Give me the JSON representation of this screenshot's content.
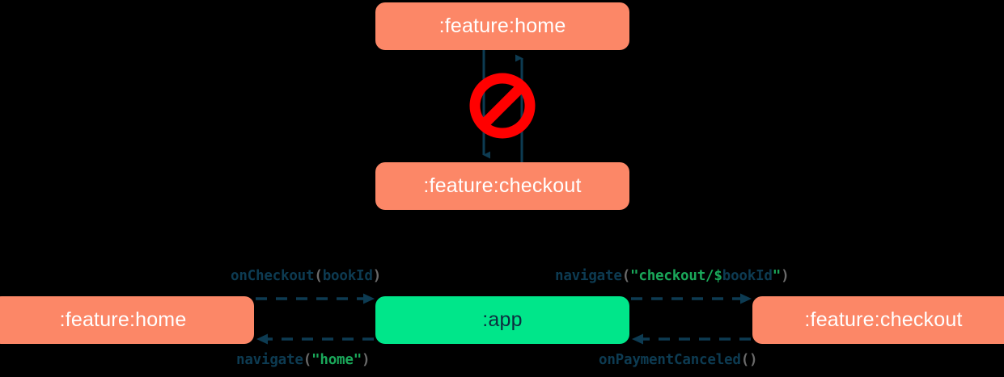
{
  "diagram": {
    "title": "module navigation diagram",
    "colors": {
      "background": "#000000",
      "feature_module": "#fc8767",
      "app_module": "#00e68a",
      "connector": "#0d3b52",
      "forbidden": "#ff0000",
      "string_literal": "#1aa85a",
      "punctuation": "#6a6a6a",
      "node_text_light": "#ffffff",
      "node_text_dark": "#0d2d3f"
    },
    "top_cluster": {
      "nodes": [
        {
          "id": "home-top",
          "label": ":feature:home",
          "kind": "feature"
        },
        {
          "id": "checkout-top",
          "label": ":feature:checkout",
          "kind": "feature"
        }
      ],
      "edges": [
        {
          "from": "home-top",
          "to": "checkout-top",
          "direction": "down",
          "style": "solid"
        },
        {
          "from": "checkout-top",
          "to": "home-top",
          "direction": "up",
          "style": "solid"
        }
      ],
      "annotation": {
        "icon": "no-entry-icon",
        "meaning": "forbidden dependency"
      }
    },
    "bottom_row": {
      "nodes": [
        {
          "id": "home-bottom",
          "label": ":feature:home",
          "kind": "feature"
        },
        {
          "id": "app",
          "label": ":app",
          "kind": "app"
        },
        {
          "id": "checkout-bottom",
          "label": ":feature:checkout",
          "kind": "feature"
        }
      ],
      "edges": [
        {
          "id": "oncheckout",
          "from": "home-bottom",
          "to": "app",
          "direction": "right",
          "style": "dashed",
          "label_tokens": [
            {
              "text": "onCheckout",
              "token": "fn"
            },
            {
              "text": "(",
              "token": "punct"
            },
            {
              "text": "bookId",
              "token": "var"
            },
            {
              "text": ")",
              "token": "punct"
            }
          ],
          "label_text": "onCheckout(bookId)"
        },
        {
          "id": "navigate-checkout",
          "from": "app",
          "to": "checkout-bottom",
          "direction": "right",
          "style": "dashed",
          "label_tokens": [
            {
              "text": "navigate",
              "token": "fn"
            },
            {
              "text": "(",
              "token": "punct"
            },
            {
              "text": "\"checkout/$",
              "token": "str"
            },
            {
              "text": "bookId",
              "token": "var"
            },
            {
              "text": "\"",
              "token": "str"
            },
            {
              "text": ")",
              "token": "punct"
            }
          ],
          "label_text": "navigate(\"checkout/$bookId\")"
        },
        {
          "id": "navigate-home",
          "from": "app",
          "to": "home-bottom",
          "direction": "left",
          "style": "dashed",
          "label_tokens": [
            {
              "text": "navigate",
              "token": "fn"
            },
            {
              "text": "(",
              "token": "punct"
            },
            {
              "text": "\"home\"",
              "token": "str"
            },
            {
              "text": ")",
              "token": "punct"
            }
          ],
          "label_text": "navigate(\"home\")"
        },
        {
          "id": "onpaymentcanceled",
          "from": "checkout-bottom",
          "to": "app",
          "direction": "left",
          "style": "dashed",
          "label_tokens": [
            {
              "text": "onPaymentCanceled",
              "token": "fn"
            },
            {
              "text": "()",
              "token": "punct"
            }
          ],
          "label_text": "onPaymentCanceled()"
        }
      ]
    }
  }
}
